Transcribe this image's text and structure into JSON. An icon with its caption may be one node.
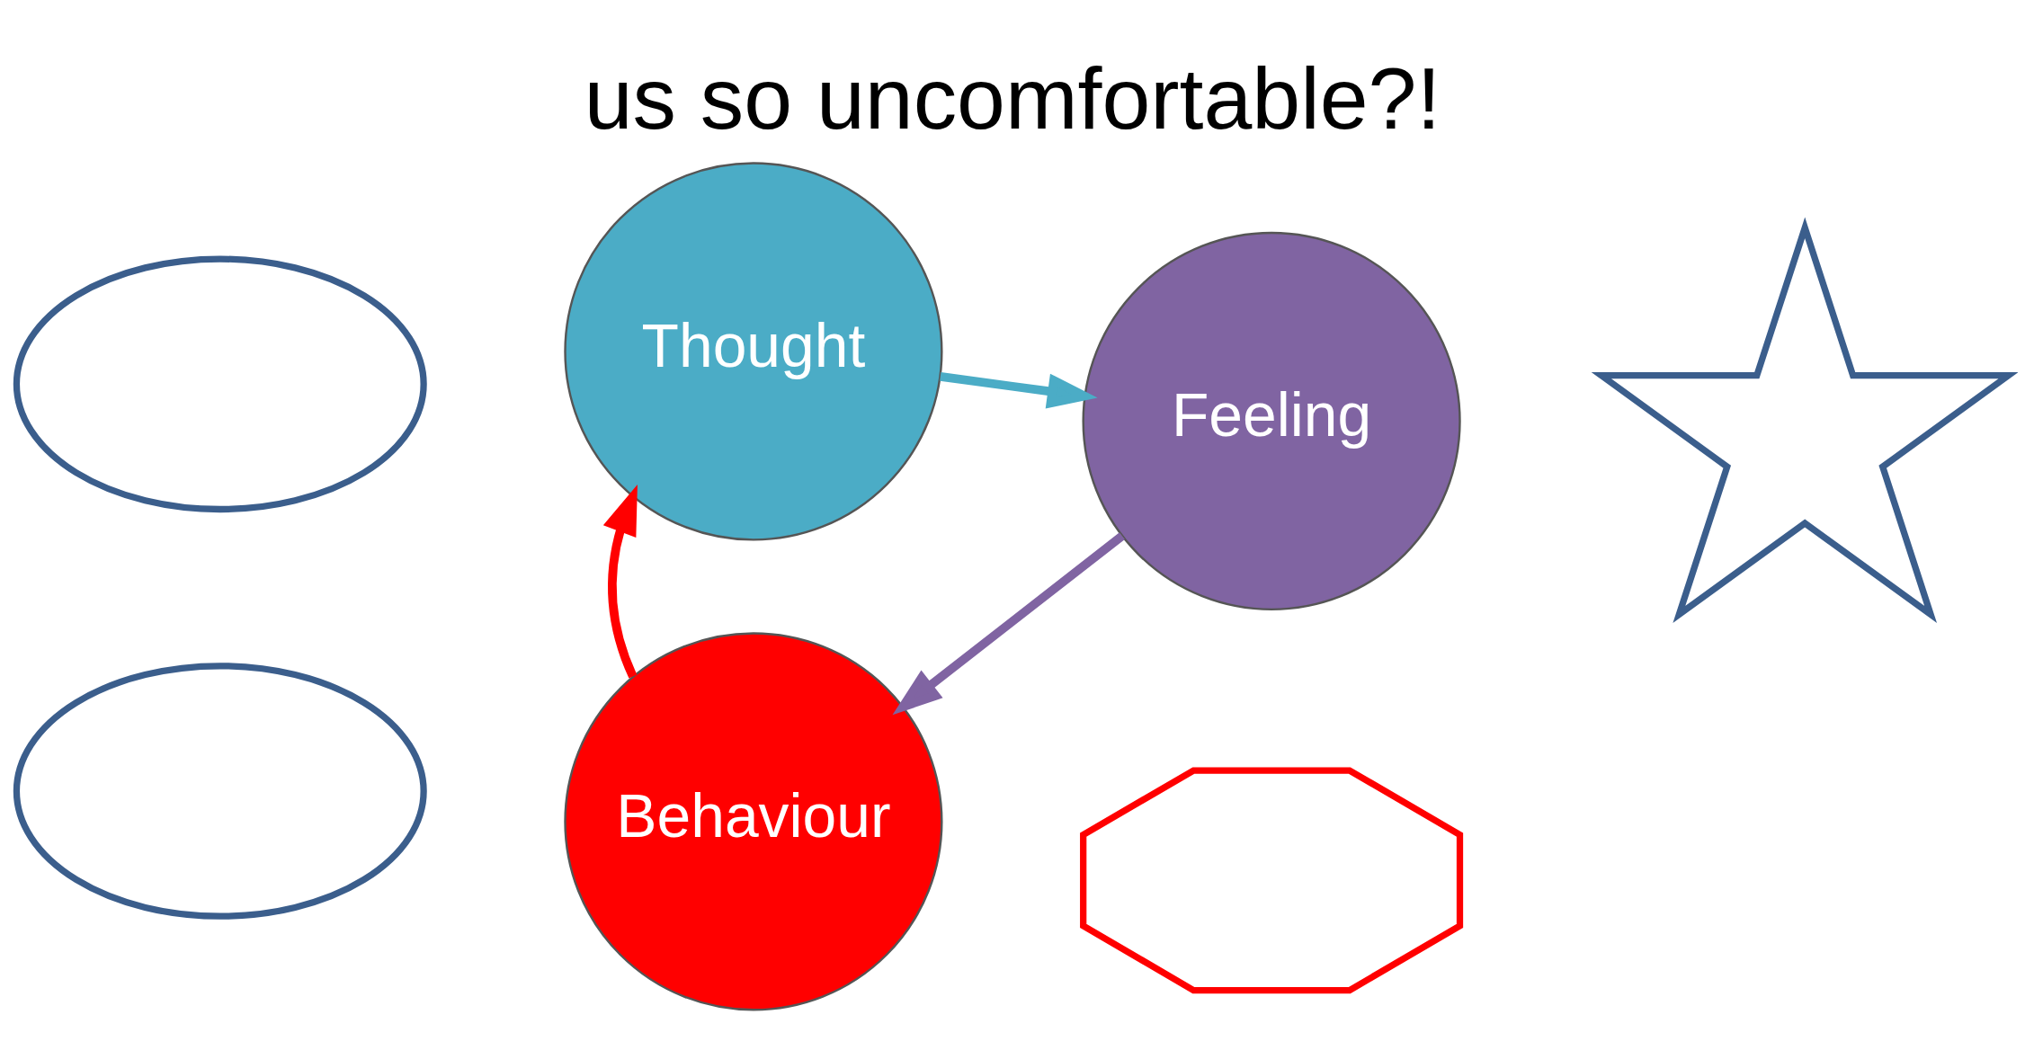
{
  "diagram": {
    "title": "us so uncomfortable?!",
    "nodes": [
      {
        "text": [
          "Thought"
        ]
      },
      {
        "text": [
          "Feeling"
        ]
      },
      {
        "text": [
          "Behaviour"
        ]
      },
      {
        "text": [],
        "shape": "cloud"
      },
      {
        "text": [],
        "shape": "burst"
      },
      {
        "text": [],
        "shape": "cloud"
      },
      {
        "text": [],
        "shape": "octagon"
      }
    ],
    "edges": [
      {
        "from": 0,
        "to": 1,
        "arrow": "to",
        "color": "#4bacc6"
      },
      {
        "from": 1,
        "to": 2,
        "arrow": "to",
        "color": "#8064a2"
      },
      {
        "from": 2,
        "to": 0,
        "arrow": "to",
        "color": "#ff0000"
      }
    ]
  }
}
